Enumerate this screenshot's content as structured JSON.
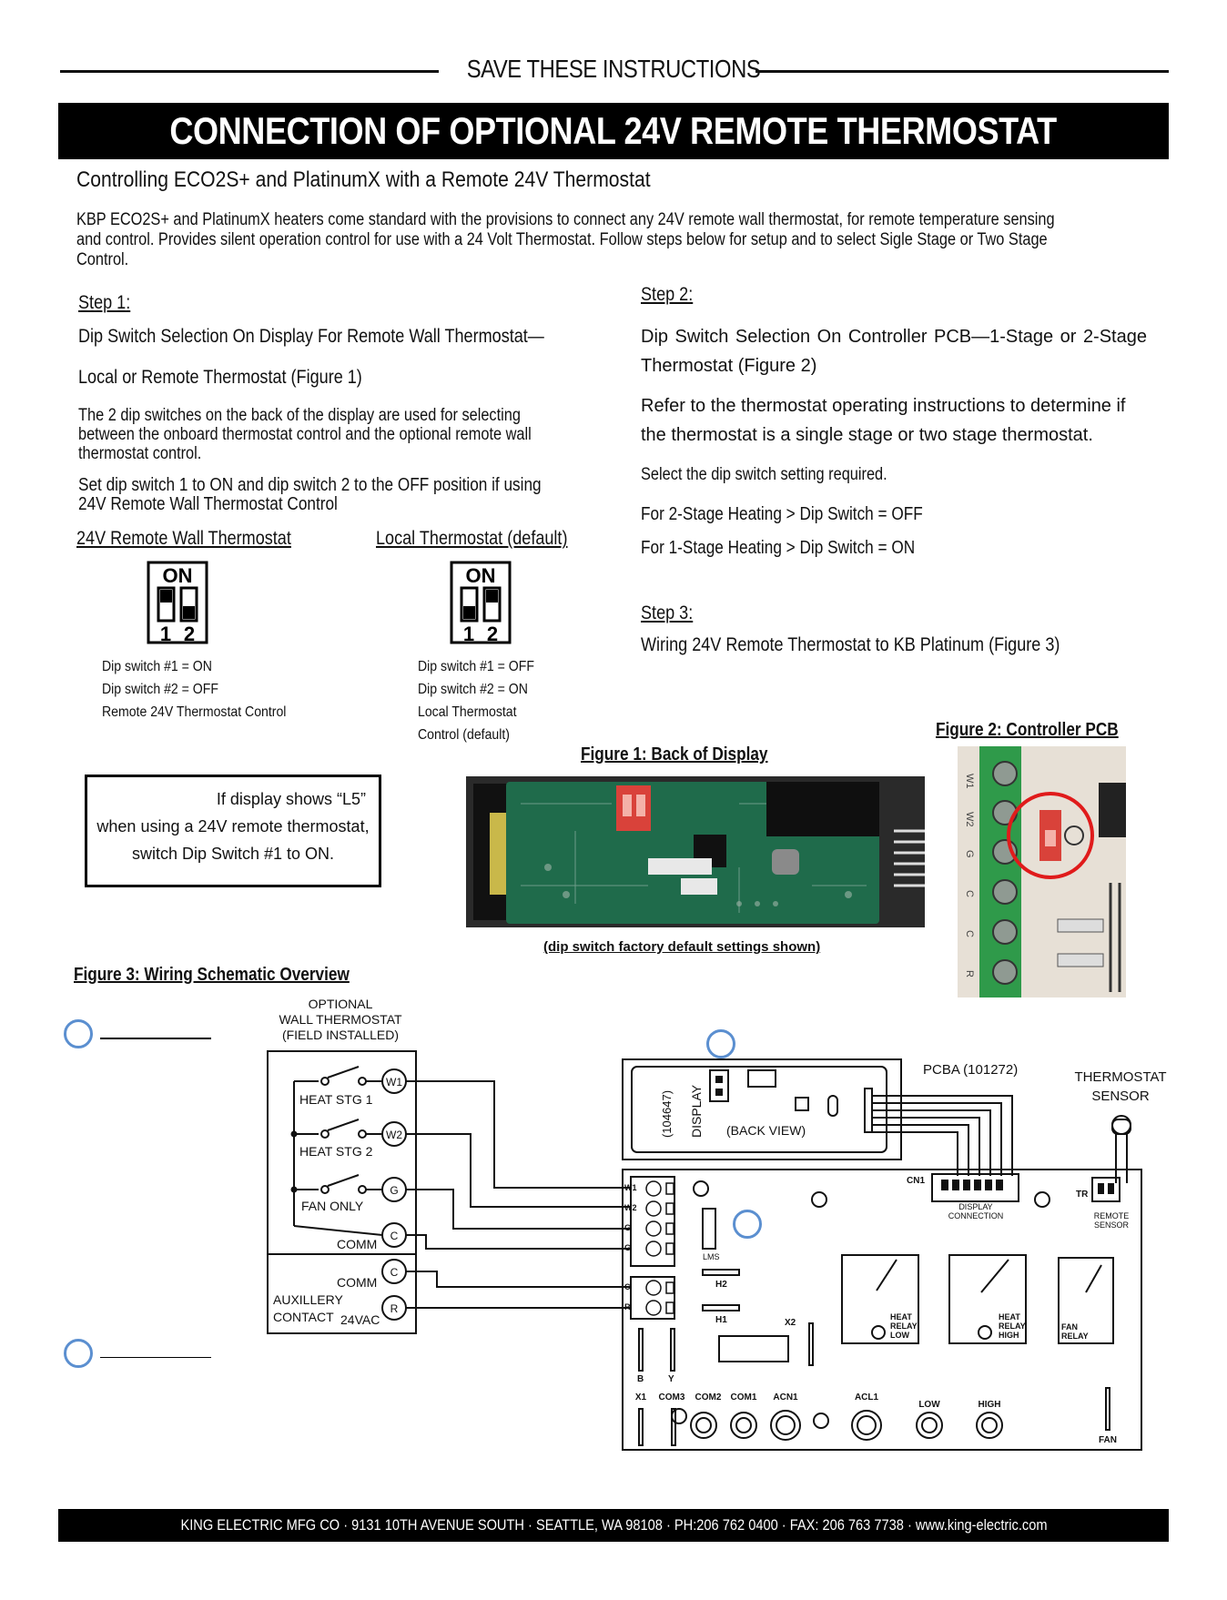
{
  "header": {
    "save": "SAVE THESE INSTRUCTIONS",
    "title": "CONNECTION OF OPTIONAL 24V REMOTE THERMOSTAT"
  },
  "section": {
    "heading": "Controlling ECO2S+ and PlatinumX with a Remote 24V Thermostat",
    "intro": "KBP ECO2S+ and PlatinumX heaters come standard with the provisions to connect any 24V remote wall thermostat, for remote temperature sensing and control. Provides silent operation control for use with a 24 Volt Thermostat. Follow steps below for setup and to select Sigle Stage or Two Stage Control."
  },
  "step1": {
    "label": "Step 1:",
    "line1": "Dip Switch Selection On Display For Remote Wall Thermostat—",
    "line2": "Local or Remote Thermostat (Figure 1)",
    "para": "The 2 dip switches on the back of the display are used for selecting between the onboard thermostat control and the optional remote wall thermostat control.",
    "bold_para": "Set dip switch 1 to ON and dip switch 2 to the OFF position if using 24V Remote Wall Thermostat Control",
    "remote_heading": "24V Remote Wall Thermostat",
    "local_heading": "Local Thermostat (default)",
    "remote_lines": [
      "Dip switch #1 = ON",
      "Dip switch #2 = OFF",
      "Remote 24V Thermostat Control"
    ],
    "local_lines": [
      "Dip switch #1 = OFF",
      "Dip switch #2 = ON",
      "Local Thermostat",
      "Control (default)"
    ],
    "dip_on": "ON",
    "dip_n1": "1",
    "dip_n2": "2"
  },
  "note": {
    "line1": "If display shows “L5”",
    "line2": "when using a 24V remote thermostat,",
    "line3": "switch Dip Switch #1 to ON."
  },
  "step2": {
    "label": "Step 2:",
    "line1": "Dip Switch Selection On Controller PCB—1-Stage or 2-Stage Thermostat (Figure 2)",
    "para": "Refer to the thermostat operating instructions to determine if the thermostat is a single stage or two stage thermostat.",
    "select": "Select the dip switch setting required.",
    "two_stage": "For 2-Stage Heating > Dip Switch = OFF",
    "one_stage": "For 1-Stage Heating > Dip Switch = ON"
  },
  "step3": {
    "label": "Step 3:",
    "line1": "Wiring 24V Remote Thermostat to KB Platinum (Figure 3)"
  },
  "figures": {
    "fig1": "Figure 1: Back of Display",
    "fig1_caption": "(dip switch factory default settings shown)",
    "fig2": "Figure 2: Controller PCB",
    "fig3": "Figure 3: Wiring Schematic Overview"
  },
  "schematic": {
    "therm_title": [
      "OPTIONAL",
      "WALL THERMOSTAT",
      "(FIELD INSTALLED)"
    ],
    "heat1": "HEAT STG 1",
    "heat2": "HEAT STG 2",
    "fan": "FAN ONLY",
    "comm": "COMM",
    "comm2": "COMM",
    "aux1": "AUXILLERY",
    "aux2": "CONTACT",
    "v24": "24VAC",
    "t_w1": "W1",
    "t_w2": "W2",
    "t_g": "G",
    "t_c": "C",
    "t_c2": "C",
    "t_r": "R",
    "pcba": "PCBA (101272)",
    "tstat_sensor": [
      "THERMOSTAT",
      "SENSOR"
    ],
    "display_label": "DISPLAY",
    "display_part": "(104647)",
    "back_view": "(BACK VIEW)",
    "cn1": "CN1",
    "display_conn": [
      "DISPLAY",
      "CONNECTION"
    ],
    "tr": "TR",
    "remote_sensor": [
      "REMOTE",
      "SENSOR"
    ],
    "h2": "H2",
    "h1": "H1",
    "x2": "X2",
    "lms": "LMS",
    "b": "B",
    "y": "Y",
    "heat_low": [
      "HEAT",
      "RELAY",
      "LOW"
    ],
    "heat_high": [
      "HEAT",
      "RELAY",
      "HIGH"
    ],
    "fan_relay": [
      "FAN",
      "RELAY"
    ],
    "bottom_labels": [
      "X1",
      "COM3",
      "COM2",
      "COM1",
      "ACN1",
      "ACL1",
      "LOW",
      "HIGH"
    ],
    "fan_label": "FAN",
    "pcb_terms": [
      "W1",
      "W2",
      "G",
      "G",
      "C",
      "R"
    ]
  },
  "photo2": {
    "labels": [
      "W1",
      "W2",
      "G",
      "C",
      "C",
      "R"
    ]
  },
  "footer": "KING ELECTRIC MFG CO · 9131 10TH AVENUE SOUTH · SEATTLE, WA 98108 · PH:206 762 0400 · FAX: 206 763 7738 · www.king-electric.com",
  "colors": {
    "accent_blue": "#5b8fd0",
    "highlight_red": "#e01b1b",
    "pcb_green": "#1e6b45",
    "terminal_green": "#2f9a4a"
  }
}
